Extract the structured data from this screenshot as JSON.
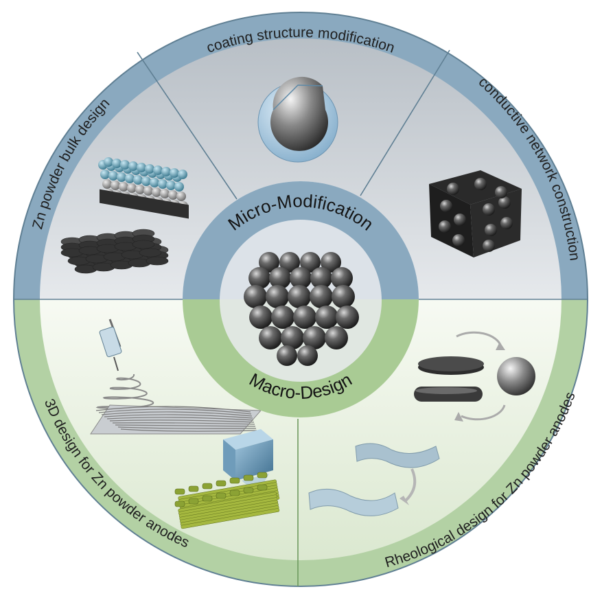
{
  "diagram": {
    "center_labels": {
      "top": "Micro-Modification",
      "bottom": "Macro-Design"
    },
    "sectors": [
      {
        "id": "coating",
        "label": "coating structure modification"
      },
      {
        "id": "conductive",
        "label": "conductive network construction"
      },
      {
        "id": "bulk",
        "label": "Zn powder bulk design"
      },
      {
        "id": "three-d",
        "label": "3D design for Zn powder anodes"
      },
      {
        "id": "rheological",
        "label": "Rheological design for Zn powder anodes"
      }
    ],
    "colors": {
      "micro_ring": "#8aa9bf",
      "micro_fill": "#d5d9de",
      "macro_ring": "#b3d1a4",
      "macro_fill": "#edf3e6",
      "sphere": "#3d3d3d"
    }
  }
}
